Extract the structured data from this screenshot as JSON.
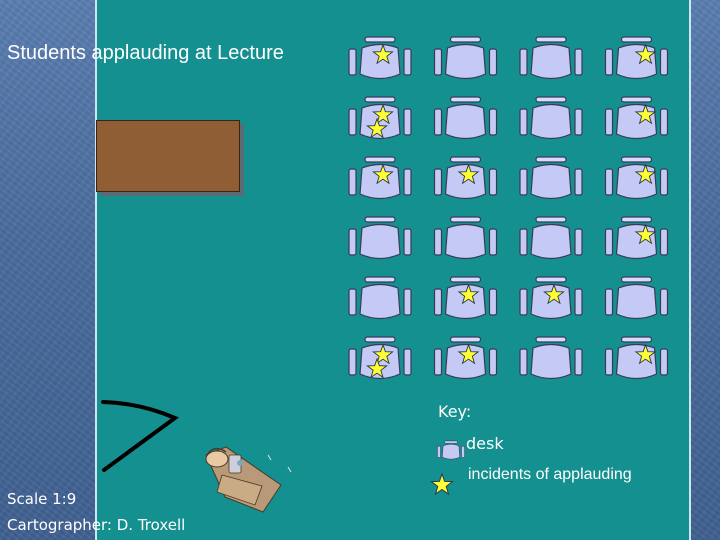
{
  "title": "Students applauding at Lecture",
  "key": {
    "title": "Key:",
    "desk_label": "desk",
    "applause_label": "incidents of applauding"
  },
  "scale": "Scale 1:9",
  "cartographer": "Cartographer:  D. Troxell",
  "colors": {
    "panel": "#13908f",
    "teacher_desk": "#8f5e34",
    "student_desk": "#c5c9f5",
    "star": "#ffff33"
  },
  "desk_grid": {
    "rows": 6,
    "columns": 4,
    "applause_incidents_per_desk": [
      [
        1,
        0,
        0,
        1
      ],
      [
        2,
        0,
        0,
        1
      ],
      [
        1,
        1,
        0,
        1
      ],
      [
        0,
        0,
        0,
        1
      ],
      [
        0,
        1,
        1,
        0
      ],
      [
        2,
        1,
        0,
        1
      ]
    ]
  },
  "icons": [
    "student-desk-icon",
    "applause-star-icon",
    "lecturer-figure-icon",
    "door-line-icon"
  ]
}
